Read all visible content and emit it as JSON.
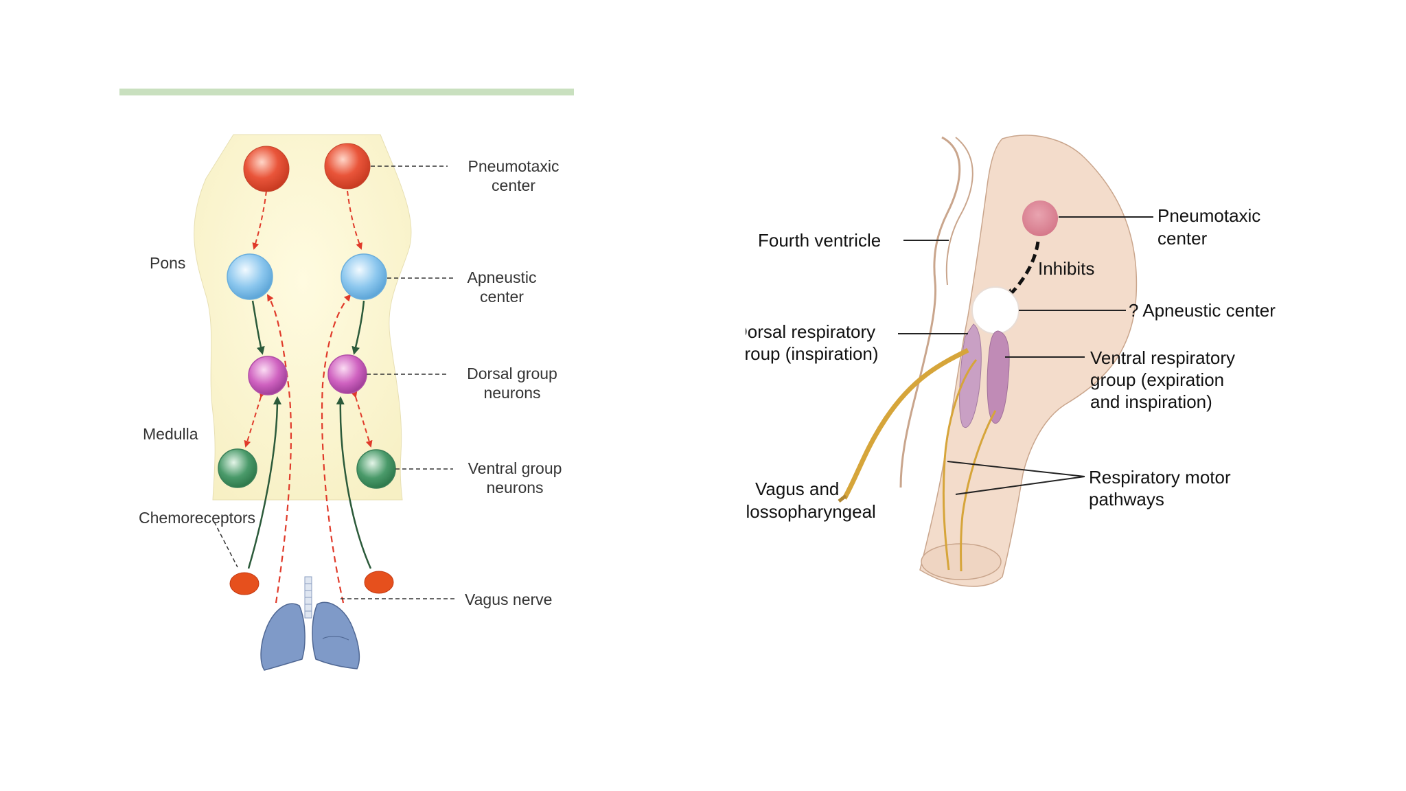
{
  "colors": {
    "accent_bar": "#c9e0bf",
    "brainstem_fill": "#f7f0c4",
    "pneumotaxic": "#e9553a",
    "apneustic": "#8cc7ee",
    "dorsal": "#cf62c0",
    "ventral": "#4a9a6a",
    "chemoreceptor": "#e6501d",
    "lungs": "#7f9ac8",
    "red_dash": "#e03a2a",
    "green_arrow": "#2b5a3a",
    "tissue": "#f3dccb",
    "tissue_edge": "#c9a58c",
    "pink_center": "#d5788a",
    "nerve_gold": "#d6a53a"
  },
  "left_diagram": {
    "labels": {
      "pneumotaxic_line1": "Pneumotaxic",
      "pneumotaxic_line2": "center",
      "apneustic_line1": "Apneustic",
      "apneustic_line2": "center",
      "dorsal_line1": "Dorsal group",
      "dorsal_line2": "neurons",
      "ventral_line1": "Ventral group",
      "ventral_line2": "neurons",
      "vagus": "Vagus nerve",
      "pons": "Pons",
      "medulla": "Medulla",
      "chemoreceptors": "Chemoreceptors"
    }
  },
  "right_diagram": {
    "labels": {
      "fourth_ventricle": "Fourth ventricle",
      "pneumotaxic_line1": "Pneumotaxic",
      "pneumotaxic_line2": "center",
      "inhibits": "Inhibits",
      "apneustic": "? Apneustic center",
      "dorsal_line1": "Dorsal respiratory",
      "dorsal_line2": "group (inspiration)",
      "ventral_line1": "Ventral respiratory",
      "ventral_line2": "group (expiration",
      "ventral_line3": "and inspiration)",
      "vagus_line1": "Vagus and",
      "vagus_line2": "glossopharyngeal",
      "motor_line1": "Respiratory motor",
      "motor_line2": "pathways"
    }
  }
}
